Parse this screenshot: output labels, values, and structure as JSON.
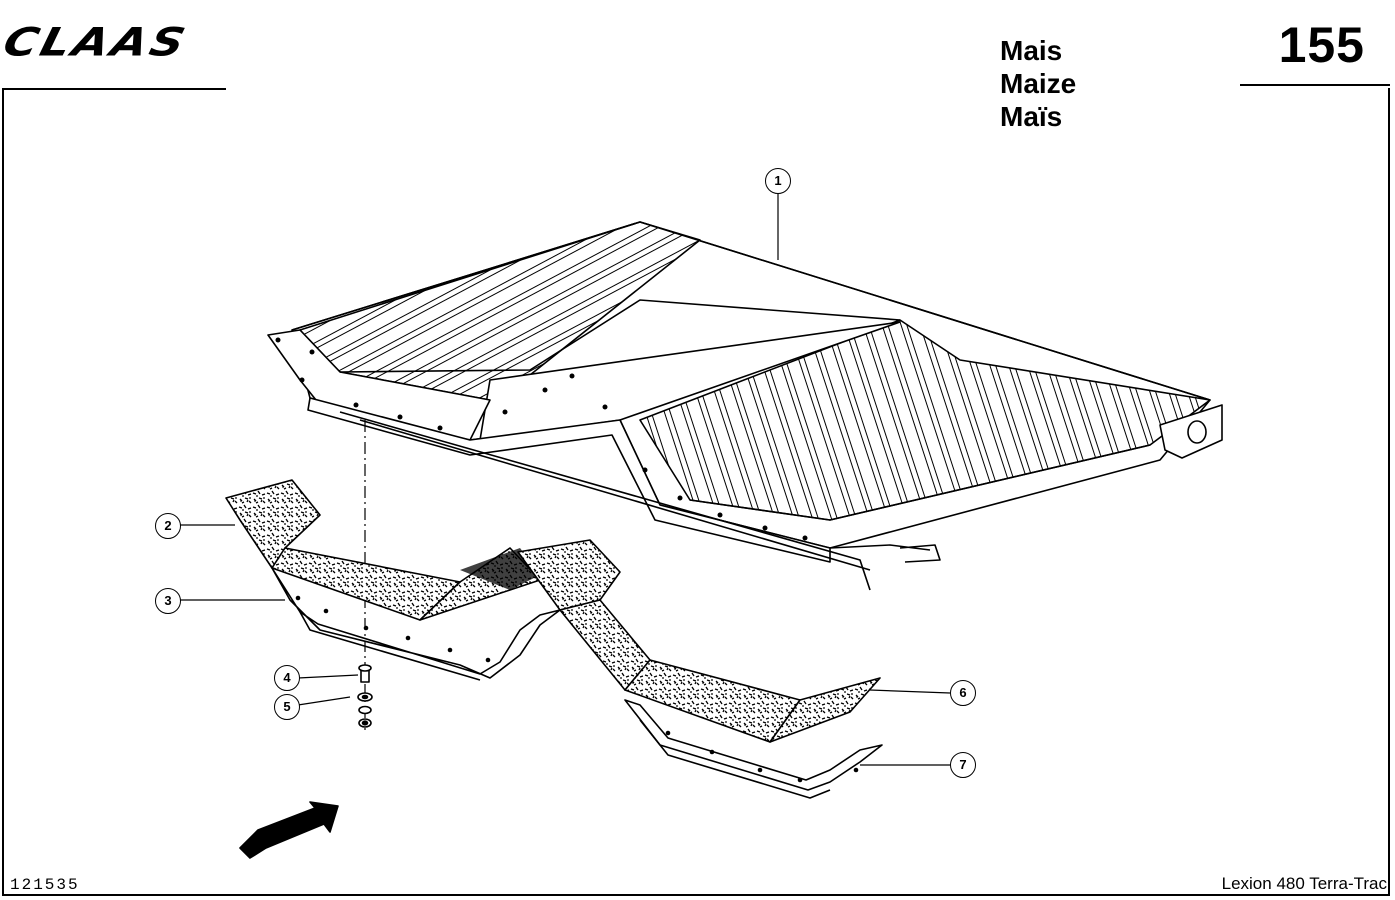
{
  "header": {
    "logo_text": "CLAAS",
    "titles": [
      "Mais",
      "Maize",
      "Maïs"
    ],
    "page_number": "155"
  },
  "footer": {
    "drawing_number": "121535",
    "model": "Lexion 480 Terra-Trac"
  },
  "callouts": [
    "1",
    "2",
    "3",
    "4",
    "5",
    "6",
    "7"
  ]
}
